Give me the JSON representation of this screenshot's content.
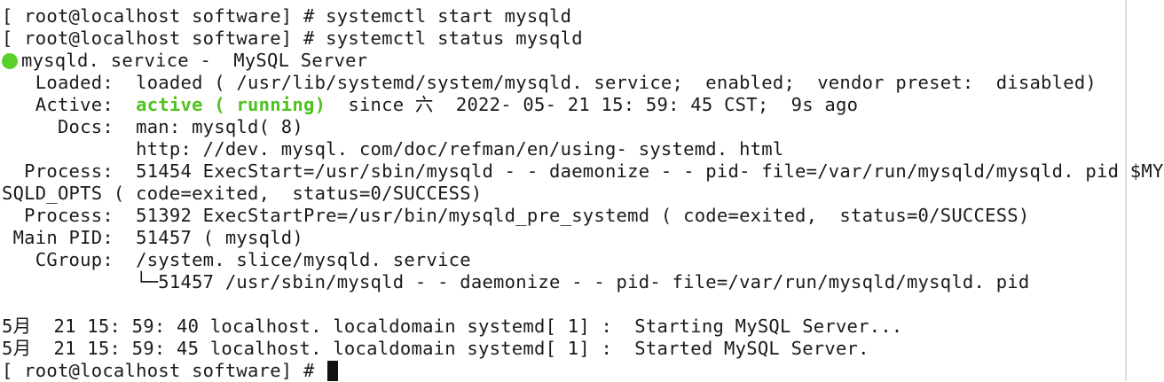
{
  "terminal": {
    "prompt": "[ root@localhost software] # ",
    "lines": {
      "cmd_start": "systemctl start mysqld",
      "cmd_status": "systemctl status mysqld",
      "service_title": "mysqld. service -  MySQL Server",
      "loaded": "   Loaded:  loaded ( /usr/lib/systemd/system/mysqld. service;  enabled;  vendor preset:  disabled)",
      "active_label": "   Active:  ",
      "active_value": "active ( running)",
      "active_rest": "  since 六  2022- 05- 21 15: 59: 45 CST;  9s ago",
      "docs": "     Docs:  man: mysqld( 8)",
      "docs_url": "            http: //dev. mysql. com/doc/refman/en/using- systemd. html",
      "process1": "  Process:  51454 ExecStart=/usr/sbin/mysqld - - daemonize - - pid- file=/var/run/mysqld/mysqld. pid $MY",
      "process1_wrap": "SQLD_OPTS ( code=exited,  status=0/SUCCESS)",
      "process2": "  Process:  51392 ExecStartPre=/usr/bin/mysqld_pre_systemd ( code=exited,  status=0/SUCCESS)",
      "main_pid": " Main PID:  51457 ( mysqld)",
      "cgroup": "   CGroup:  /system. slice/mysqld. service",
      "cgroup_child": "            └─51457 /usr/sbin/mysqld - - daemonize - - pid- file=/var/run/mysqld/mysqld. pid",
      "log1": "5月  21 15: 59: 40 localhost. localdomain systemd[ 1] :  Starting MySQL Server...",
      "log2": "5月  21 15: 59: 45 localhost. localdomain systemd[ 1] :  Started MySQL Server."
    }
  },
  "colors": {
    "active": "#4ec21f",
    "status_dot": "#5ad12a",
    "text": "#1a1a1a",
    "background": "#ffffff"
  },
  "icons": {
    "status": "green-circle-icon",
    "cursor": "block-cursor-icon"
  }
}
